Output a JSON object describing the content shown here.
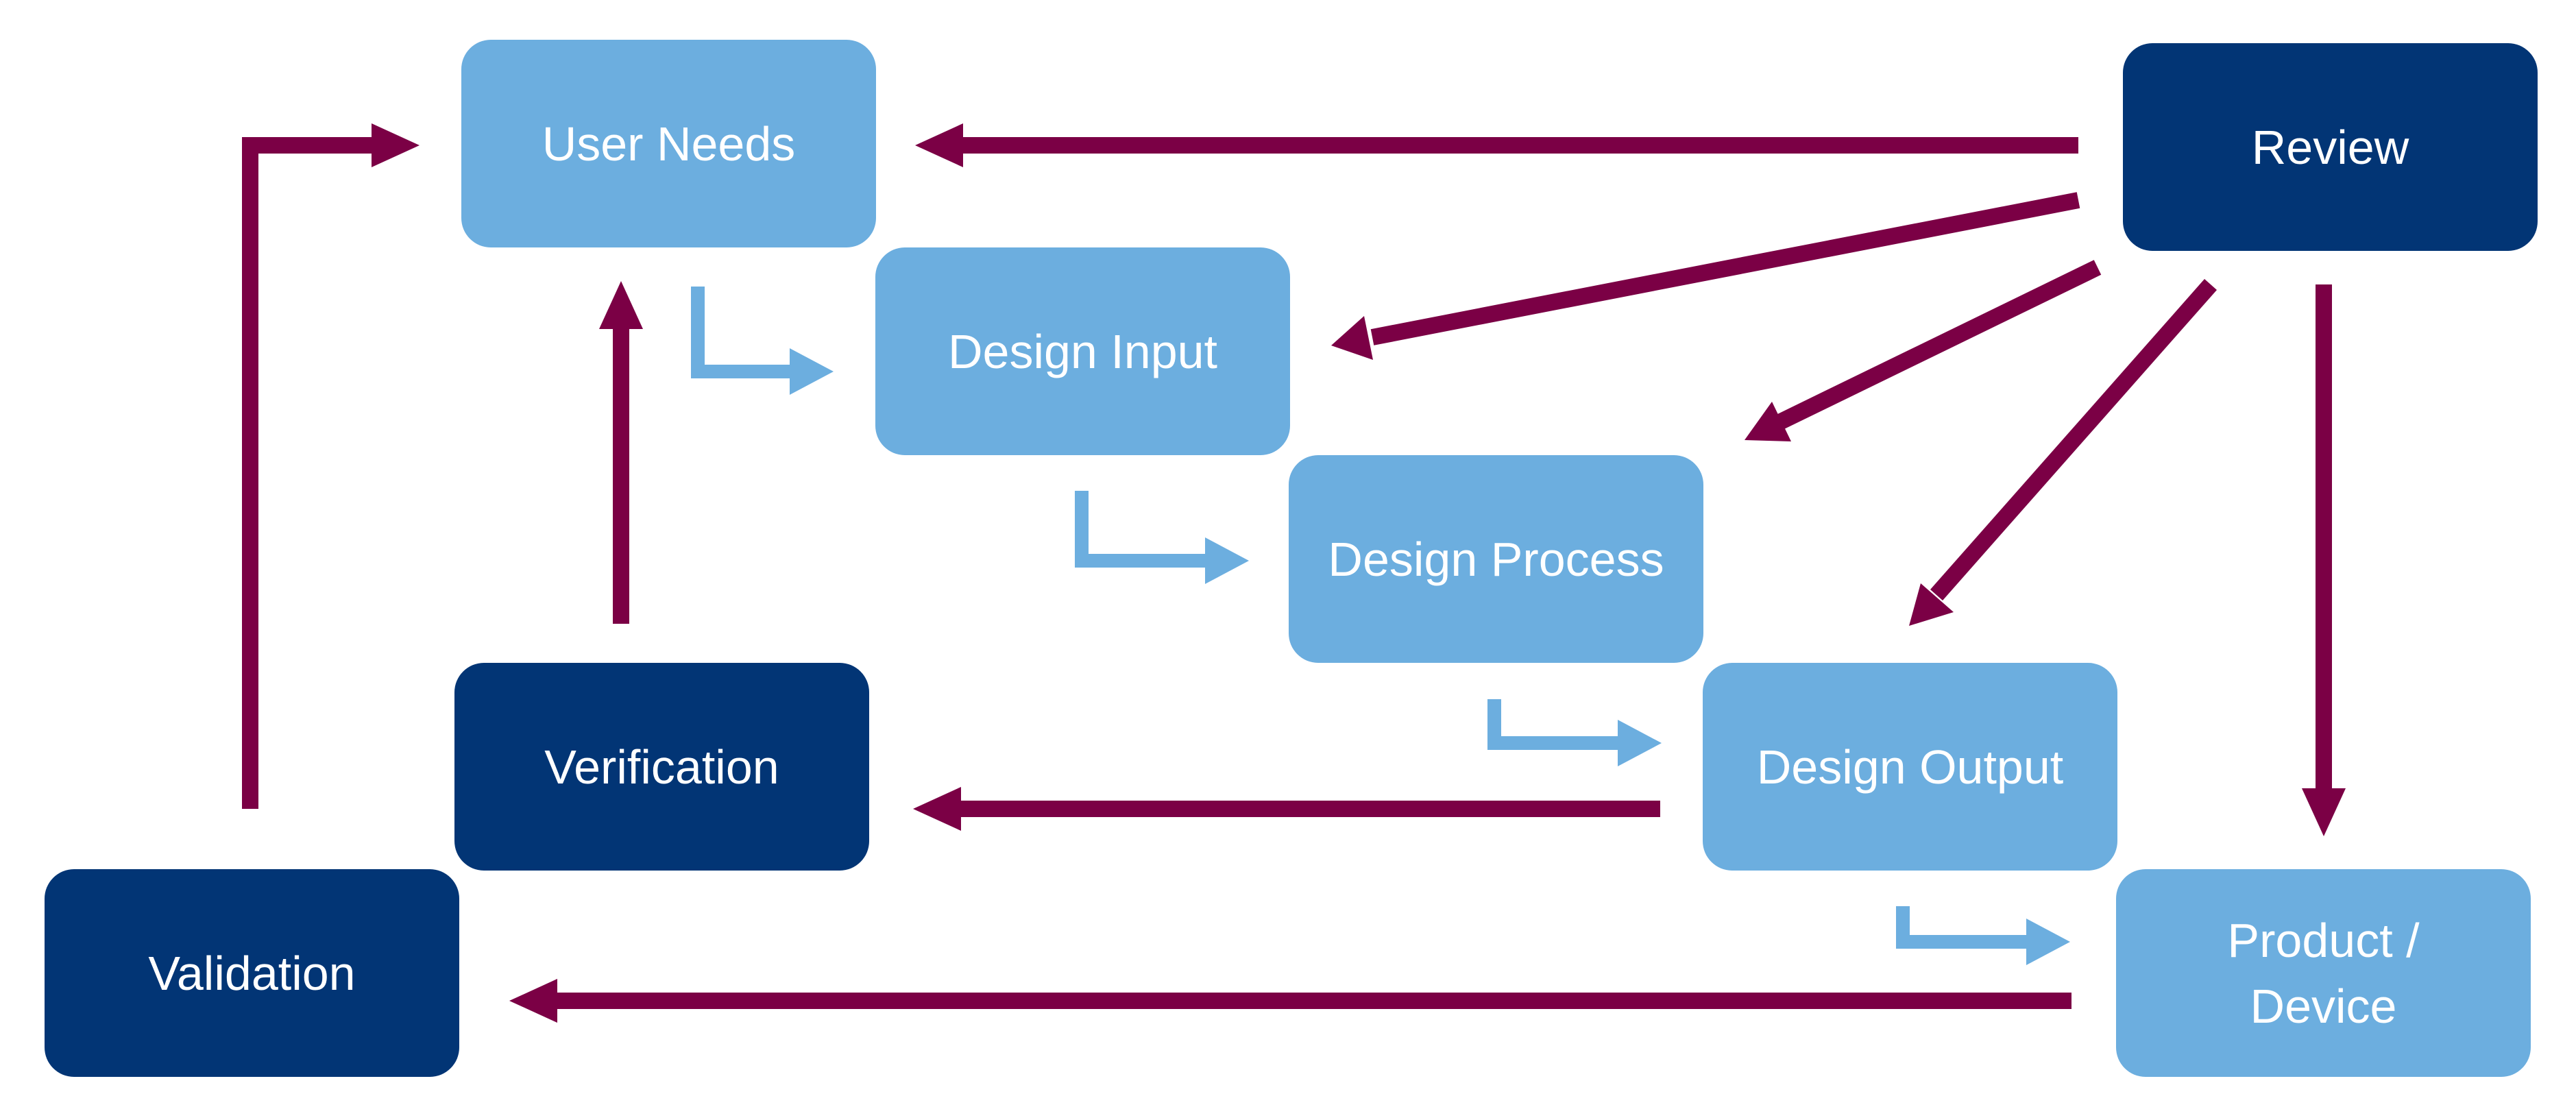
{
  "colors": {
    "light_box": "#6caedf",
    "dark_box": "#023575",
    "feedback_arrow": "#7b0045",
    "flow_arrow": "#6caedf",
    "text": "#ffffff"
  },
  "nodes": {
    "user_needs": "User Needs",
    "design_input": "Design Input",
    "design_process": "Design Process",
    "design_output": "Design Output",
    "product_device_line1": "Product /",
    "product_device_line2": "Device",
    "review": "Review",
    "verification": "Verification",
    "validation": "Validation"
  },
  "edges": [
    {
      "from": "User Needs",
      "to": "Design Input",
      "kind": "flow"
    },
    {
      "from": "Design Input",
      "to": "Design Process",
      "kind": "flow"
    },
    {
      "from": "Design Process",
      "to": "Design Output",
      "kind": "flow"
    },
    {
      "from": "Design Output",
      "to": "Product / Device",
      "kind": "flow"
    },
    {
      "from": "Review",
      "to": "User Needs",
      "kind": "feedback"
    },
    {
      "from": "Review",
      "to": "Design Input",
      "kind": "feedback"
    },
    {
      "from": "Review",
      "to": "Design Process",
      "kind": "feedback"
    },
    {
      "from": "Review",
      "to": "Design Output",
      "kind": "feedback"
    },
    {
      "from": "Review",
      "to": "Product / Device",
      "kind": "feedback"
    },
    {
      "from": "Design Output",
      "to": "Verification",
      "kind": "feedback"
    },
    {
      "from": "Verification",
      "to": "User Needs",
      "kind": "feedback"
    },
    {
      "from": "Product / Device",
      "to": "Validation",
      "kind": "feedback"
    },
    {
      "from": "Validation",
      "to": "User Needs",
      "kind": "feedback"
    }
  ]
}
